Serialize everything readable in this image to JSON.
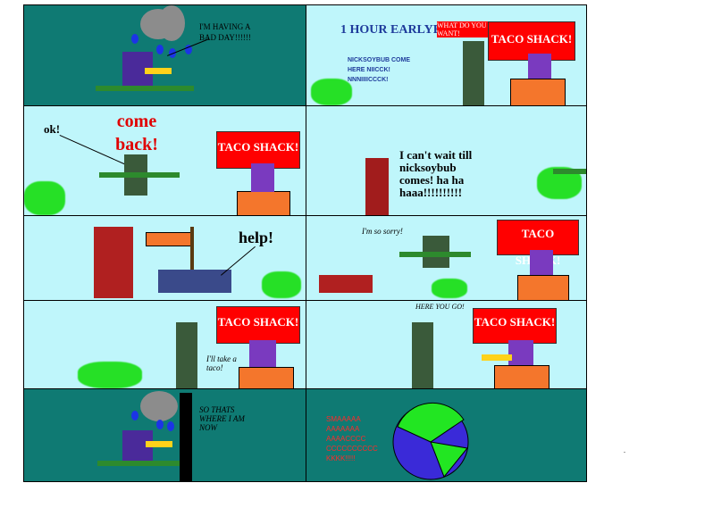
{
  "panels": {
    "p1": {
      "speech": "I'M HAVING A BAD DAY!!!!!!"
    },
    "p2": {
      "caption": "1 HOUR EARLYER",
      "vendor_speech": "WHAT DO YOU WANT!",
      "sign": "TACO SHACK!",
      "shout": "NICKSOYBUB COME HERE NIICCK! NNNIIIICCCK!"
    },
    "p3": {
      "reply": "ok!",
      "shout": "come back!",
      "sign": "TACO SHACK!"
    },
    "p4": {
      "speech": "I can't wait till nicksoybub comes! ha ha haaa!!!!!!!!!!"
    },
    "p5": {
      "speech": "help!"
    },
    "p6": {
      "speech": "I'm so sorry!",
      "sign": "TACO SHACK!"
    },
    "p7": {
      "speech": "I'll take a taco!",
      "sign": "TACO SHACK!"
    },
    "p8": {
      "speech": "HERE YOU GO!",
      "sign": "TACO SHACK!"
    },
    "p9": {
      "speech": "SO THATS WHERE I AM NOW"
    },
    "p10": {
      "speech": "SMAAAAA AAAAAAA AAAACCCC CCCCCCCCCC KKKK!!!!!"
    }
  },
  "colors": {
    "teal": "#0f7a73",
    "sky": "#bff6fb",
    "sign": "#ff0000",
    "counter": "#f4762c",
    "bush": "#26e026"
  }
}
